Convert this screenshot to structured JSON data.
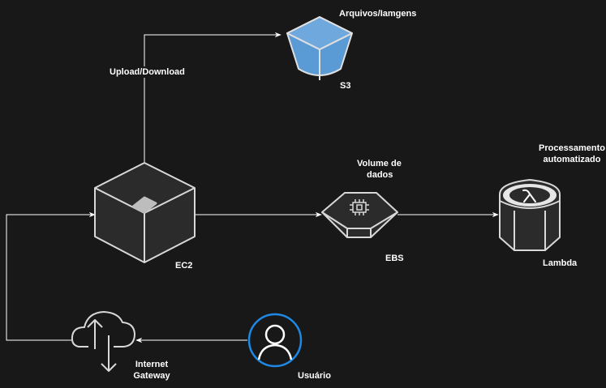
{
  "nodes": {
    "s3": {
      "name": "S3",
      "caption": "Arquivos/Iamgens"
    },
    "ec2": {
      "name": "EC2"
    },
    "ebs": {
      "name": "EBS",
      "caption_line1": "Volume de",
      "caption_line2": "dados"
    },
    "lambda": {
      "name": "Lambda",
      "caption_line1": "Processamento",
      "caption_line2": "automatizado"
    },
    "gateway": {
      "name_line1": "Internet",
      "name_line2": "Gateway"
    },
    "user": {
      "name": "Usuário"
    }
  },
  "edges": {
    "ec2_s3": {
      "label": "Upload/Download"
    }
  },
  "colors": {
    "background": "#181818",
    "line": "#ffffff",
    "s3_fill": "#5b9bd5",
    "dark_fill": "#2b2b2b",
    "user_ring": "#1e88e5"
  }
}
